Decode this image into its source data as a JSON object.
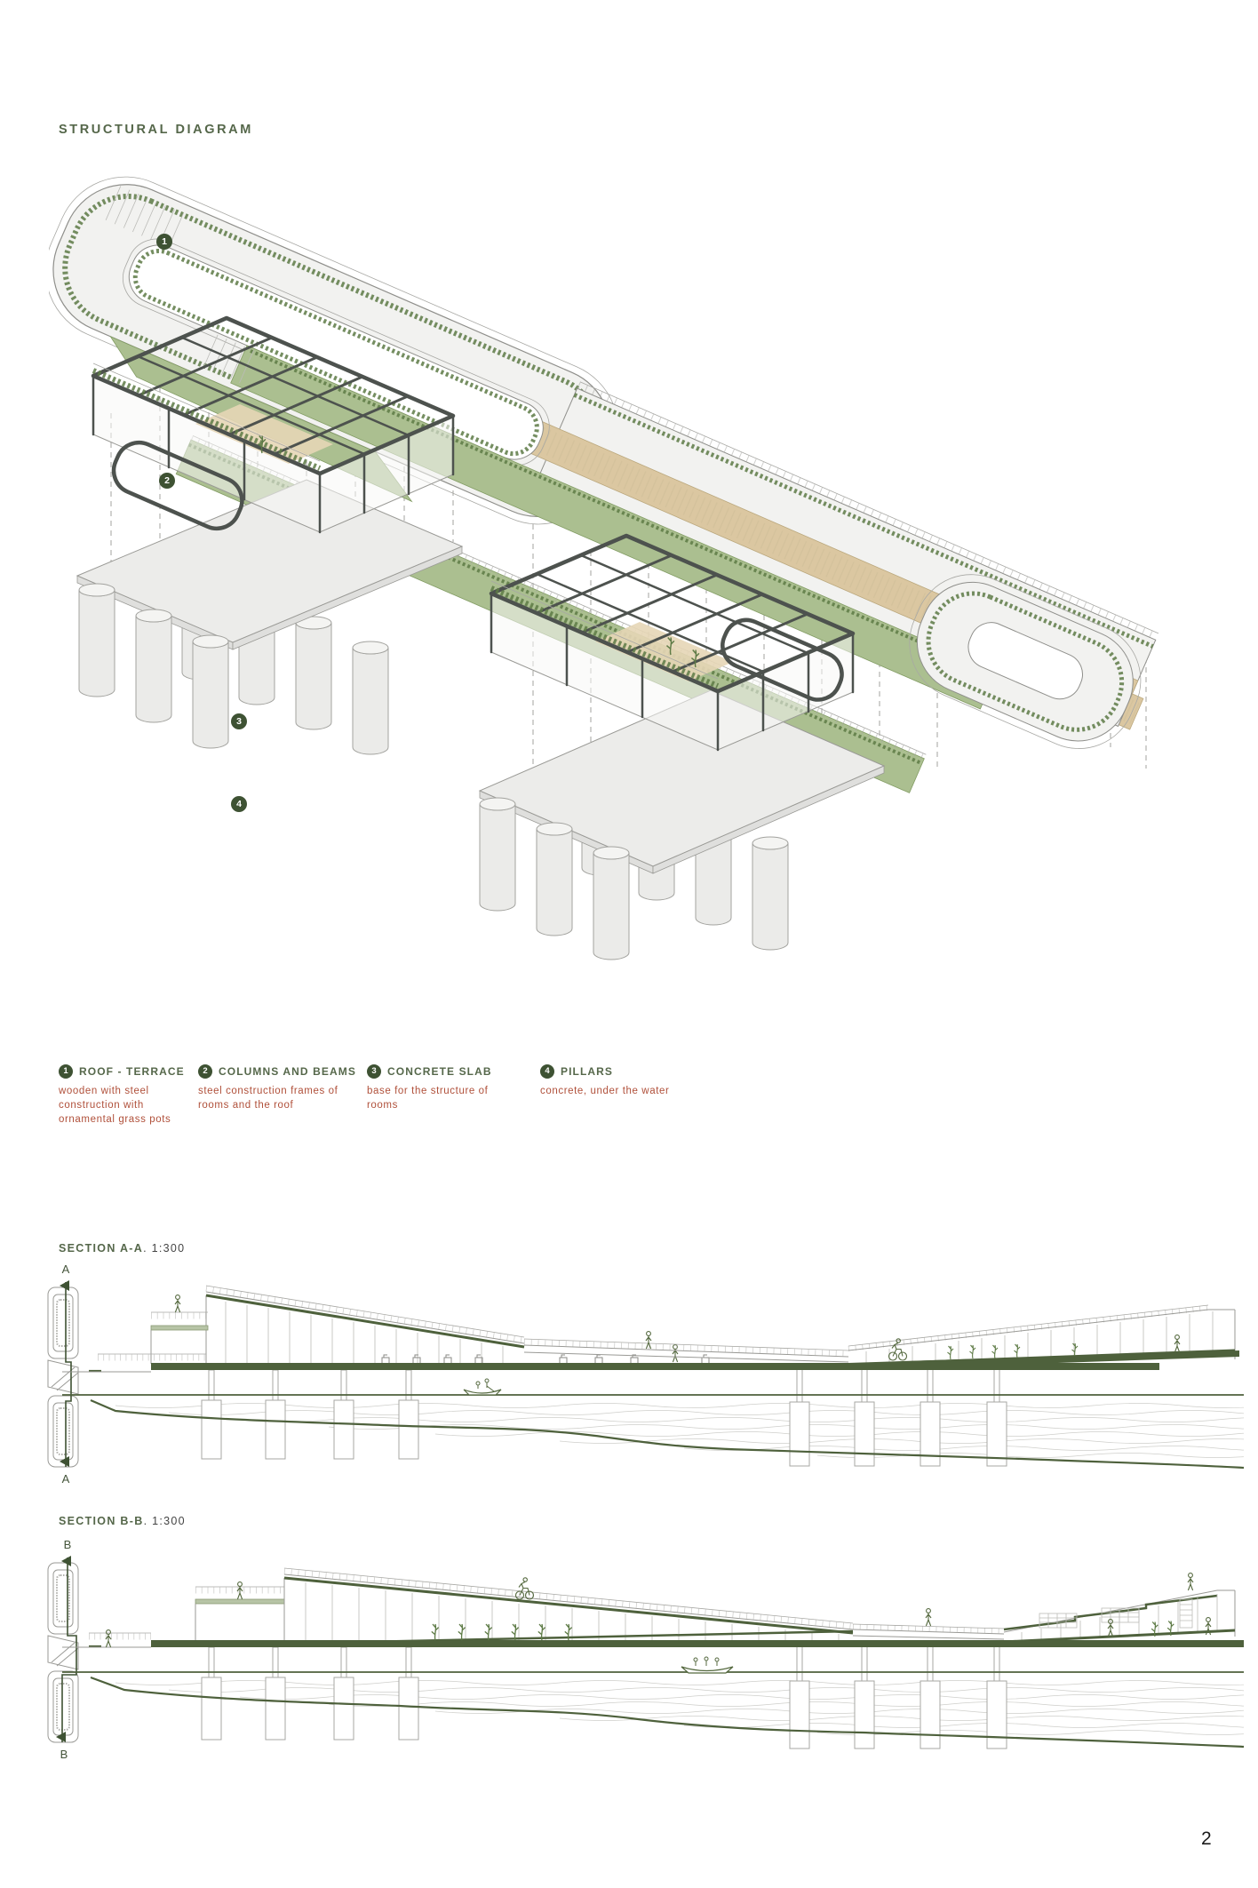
{
  "page": {
    "title": "STRUCTURAL DIAGRAM",
    "page_number": "2"
  },
  "axon": {
    "callouts": [
      "1",
      "2",
      "3",
      "4"
    ]
  },
  "legend": {
    "items": [
      {
        "num": "1",
        "title": "ROOF - TERRACE",
        "desc": "wooden with steel construction with ornamental grass pots"
      },
      {
        "num": "2",
        "title": "COLUMNS AND BEAMS",
        "desc": "steel construction frames of rooms and the roof"
      },
      {
        "num": "3",
        "title": "CONCRETE SLAB",
        "desc": "base for the structure of rooms"
      },
      {
        "num": "4",
        "title": "PILLARS",
        "desc": "concrete, under the water"
      }
    ]
  },
  "sections": [
    {
      "title": "SECTION A-A",
      "scale": ". 1:300",
      "marker": "A"
    },
    {
      "title": "SECTION B-B",
      "scale": ". 1:300",
      "marker": "B"
    }
  ],
  "colors": {
    "heading_green": "#55674a",
    "description_red": "#b0503a",
    "badge_green": "#3e5233",
    "drawing_green": "#4e613c",
    "grass_green": "#abbf90",
    "wood_beige": "#dbc7a1"
  }
}
